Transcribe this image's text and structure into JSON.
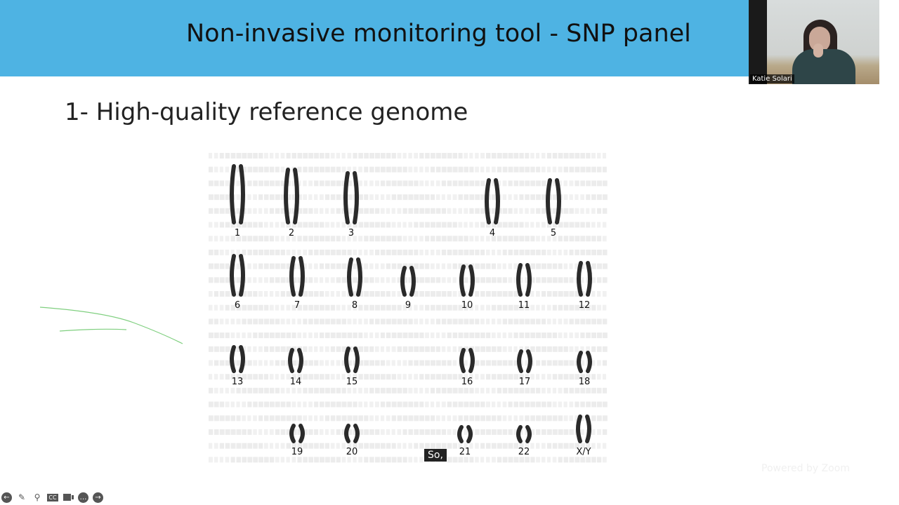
{
  "slide": {
    "title": "Non-invasive monitoring tool - SNP panel",
    "subtitle": "1- High-quality reference genome"
  },
  "video": {
    "participant_name": "Katie Solari"
  },
  "karyotype": {
    "rows": [
      [
        "1",
        "2",
        "3",
        "4",
        "5"
      ],
      [
        "6",
        "7",
        "8",
        "9",
        "10",
        "11",
        "12"
      ],
      [
        "13",
        "14",
        "15",
        "16",
        "17",
        "18"
      ],
      [
        "19",
        "20",
        "21",
        "22",
        "X/Y"
      ]
    ]
  },
  "caption": "So,",
  "branding": "Powered by Zoom",
  "controls": [
    "previous-icon",
    "pen-icon",
    "zoom-icon",
    "closed-caption-icon",
    "video-camera-icon",
    "more-icon",
    "next-icon"
  ],
  "colors": {
    "banner": "#4eb3e3",
    "annotation": "#7fcf7f"
  }
}
